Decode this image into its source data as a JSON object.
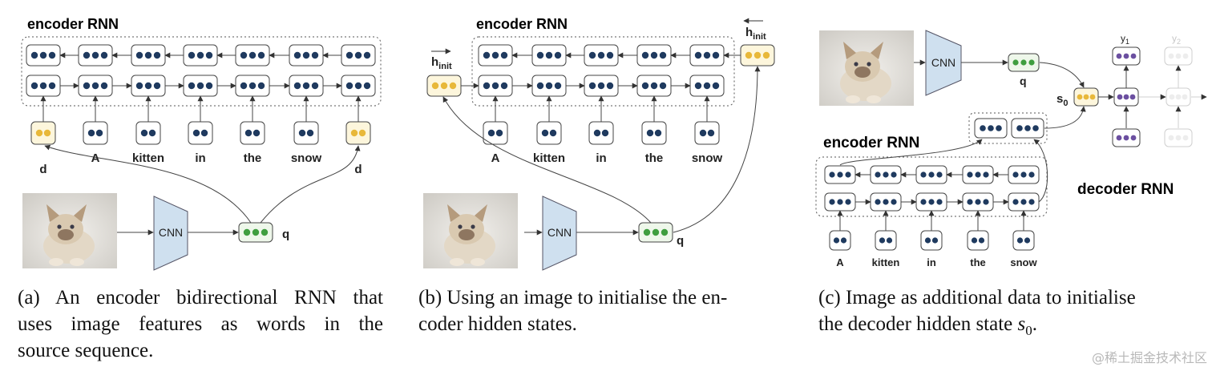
{
  "colors": {
    "dot_blue": "#1f3a5f",
    "dot_yellow": "#e8b83a",
    "fill_yellow": "#fdf6dc",
    "dot_green": "#3f9e3f",
    "fill_green": "#eef7ea",
    "dot_purple": "#6b4fa0",
    "cnn_fill": "#cfe0ef",
    "title_color": "#2b3a67"
  },
  "panel_a": {
    "title": "encoder RNN",
    "words": [
      "d",
      "A",
      "kitten",
      "in",
      "the",
      "snow",
      "d"
    ],
    "cnn_label": "CNN",
    "q_label": "q",
    "caption": [
      "(a) An encoder bidirectional RNN that",
      "uses image features as words in the",
      "source sequence."
    ]
  },
  "panel_b": {
    "title": "encoder RNN",
    "words": [
      "A",
      "kitten",
      "in",
      "the",
      "snow"
    ],
    "h_init_label": "h",
    "h_init_sub": "init",
    "cnn_label": "CNN",
    "q_label": "q",
    "caption": [
      "(b) Using an image to initialise the en-",
      "coder hidden states."
    ]
  },
  "panel_c": {
    "encoder_title": "encoder RNN",
    "decoder_title": "decoder RNN",
    "words": [
      "A",
      "kitten",
      "in",
      "the",
      "snow"
    ],
    "cnn_label": "CNN",
    "q_label": "q",
    "s0_label": "s",
    "s0_sub": "0",
    "y1_label": "y",
    "y1_sub": "1",
    "y2_label": "y",
    "y2_sub": "2",
    "caption_line1": "(c) Image as additional data to initialise",
    "caption_line2_text": "the decoder hidden state ",
    "caption_math": "s",
    "caption_math_sub": "0",
    "caption_end": "."
  },
  "watermark": "@稀土掘金技术社区"
}
